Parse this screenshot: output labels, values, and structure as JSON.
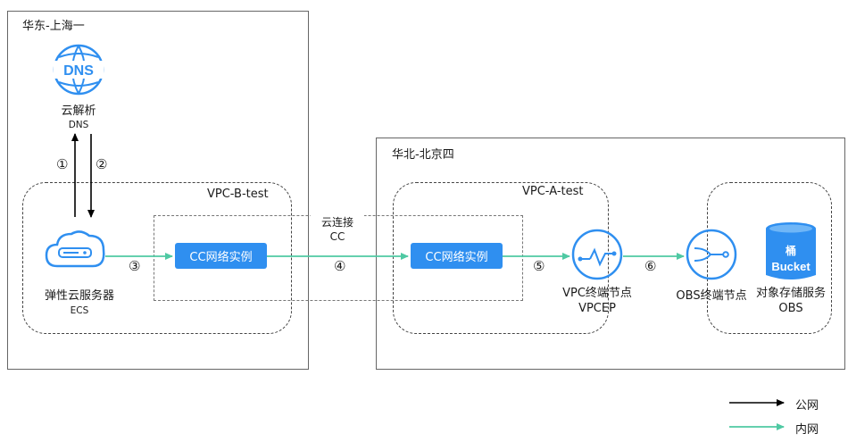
{
  "regions": {
    "east": {
      "title": "华东-上海一"
    },
    "north": {
      "title": "华北-北京四"
    }
  },
  "vpcs": {
    "b": {
      "label": "VPC-B-test"
    },
    "a": {
      "label": "VPC-A-test"
    }
  },
  "dns": {
    "icon_text": "DNS",
    "name": "云解析",
    "sub": "DNS"
  },
  "ecs": {
    "name": "弹性云服务器",
    "sub": "ECS"
  },
  "cloud_connect": {
    "name": "云连接",
    "sub": "CC"
  },
  "cc_instance_left": {
    "label": "CC网络实例"
  },
  "cc_instance_right": {
    "label": "CC网络实例"
  },
  "vpcep": {
    "name": "VPC终端节点",
    "sub": "VPCEP"
  },
  "obs_endpoint": {
    "name": "OBS终端节点"
  },
  "obs": {
    "icon_top": "桶",
    "icon_bottom": "Bucket",
    "name": "对象存储服务",
    "sub": "OBS"
  },
  "steps": {
    "s1": "①",
    "s2": "②",
    "s3": "③",
    "s4": "④",
    "s5": "⑤",
    "s6": "⑥"
  },
  "legend": {
    "public": "公网",
    "internal": "内网"
  },
  "colors": {
    "public": "#000000",
    "internal": "#4fc9a3",
    "icon_blue": "#2f8ff0"
  }
}
